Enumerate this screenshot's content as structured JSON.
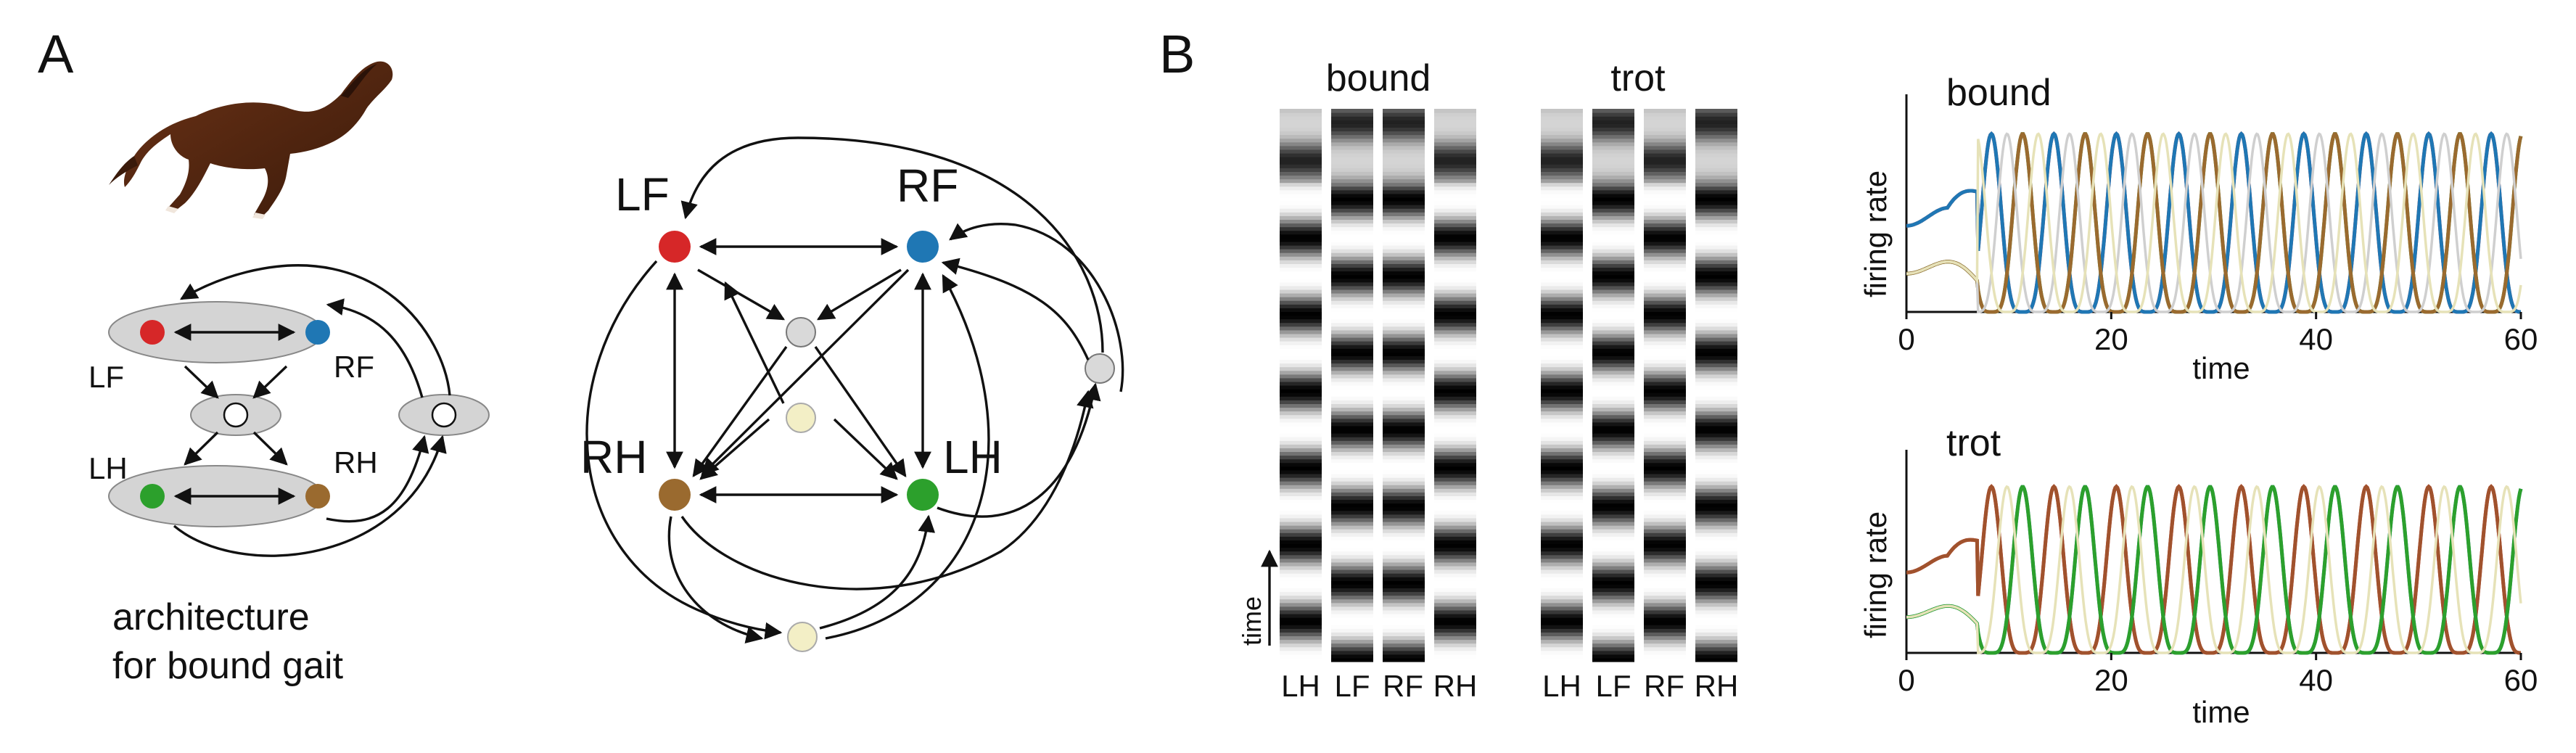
{
  "panel_A": {
    "letter": "A",
    "caption_line1": "architecture",
    "caption_line2": "for bound gait",
    "small_labels": {
      "lf": "LF",
      "rf": "RF",
      "lh": "LH",
      "rh": "RH"
    },
    "big_labels": {
      "lf": "LF",
      "rf": "RF",
      "rh": "RH",
      "lh": "LH"
    }
  },
  "panel_B": {
    "letter": "B",
    "raster_bound_title": "bound",
    "raster_trot_title": "trot",
    "time_label": "time",
    "columns": [
      "LH",
      "LF",
      "RF",
      "RH"
    ]
  },
  "colors": {
    "LF": "#d62728",
    "RF": "#1f77b4",
    "LH": "#2ca02c",
    "RH": "#9a6a2f",
    "inhibitory": "#d9d9d9",
    "excitatory": "#f3efc6",
    "ellipse": "#d4d4d4"
  },
  "chart_data": [
    {
      "type": "line",
      "title": "bound",
      "xlabel": "time",
      "ylabel": "firing rate",
      "xlim": [
        0,
        60
      ],
      "xticks": [
        0,
        20,
        40,
        60
      ],
      "series": [
        {
          "color": "#d62728",
          "phase": 0.0
        },
        {
          "color": "#1f77b4",
          "phase": 0.0
        },
        {
          "color": "#2ca02c",
          "phase": 0.5
        },
        {
          "color": "#9a6a2f",
          "phase": 0.5
        },
        {
          "color": "#cfcfcf",
          "phase": 0.25
        },
        {
          "color": "#e6e2b8",
          "phase": 0.75
        }
      ]
    },
    {
      "type": "line",
      "title": "trot",
      "xlabel": "time",
      "ylabel": "firing rate",
      "xlim": [
        0,
        60
      ],
      "xticks": [
        0,
        20,
        40,
        60
      ],
      "series": [
        {
          "color": "#d62728",
          "phase": 0.0
        },
        {
          "color": "#a0522d",
          "phase": 0.0
        },
        {
          "color": "#1f77b4",
          "phase": 0.5
        },
        {
          "color": "#2ca02c",
          "phase": 0.5
        },
        {
          "color": "#e6e2b8",
          "phase": 0.25
        }
      ]
    }
  ]
}
